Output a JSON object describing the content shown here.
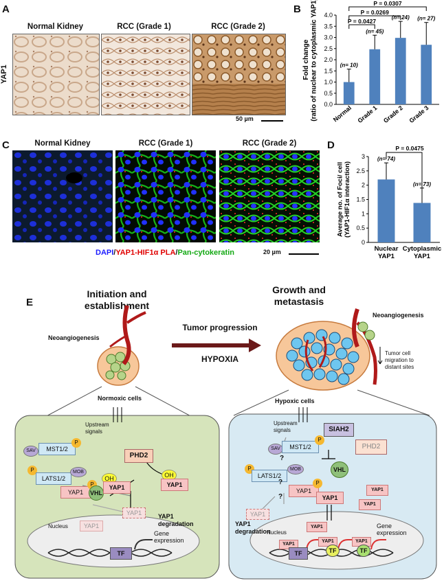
{
  "panelA": {
    "letter": "A",
    "row_label": "YAP1",
    "images": [
      {
        "title": "Normal Kidney"
      },
      {
        "title": "RCC (Grade 1)"
      },
      {
        "title": "RCC (Grade 2)"
      }
    ],
    "scale_bar": "50 µm"
  },
  "panelC": {
    "letter": "C",
    "images": [
      {
        "title": "Normal Kidney"
      },
      {
        "title": "RCC (Grade 1)"
      },
      {
        "title": "RCC (Grade 2)"
      }
    ],
    "legend_dapi": "DAPI",
    "legend_sep1": "/",
    "legend_pla": "YAP1-HIF1α PLA",
    "legend_sep2": "/",
    "legend_ck": "Pan-cytokeratin",
    "scale_bar": "20 µm"
  },
  "colors": {
    "bar": "#4f81bd",
    "dapi": "#1a1aff",
    "pla": "#e00000",
    "ck": "#13a813",
    "arrow": "#6b1a1a"
  },
  "chart_data": [
    {
      "panel": "B",
      "type": "bar",
      "ylabel": "Fold change (ratio of nuclear to cytoplasmic YAP1)",
      "ylim": [
        0,
        4.0
      ],
      "yticks": [
        "0.0",
        "0.5",
        "1.0",
        "1.5",
        "2.0",
        "2.5",
        "3.0",
        "3.5",
        "4.0"
      ],
      "categories": [
        "Normal",
        "Grade 1",
        "Grade 2",
        "Grade 3"
      ],
      "values": [
        1.0,
        2.47,
        2.98,
        2.67
      ],
      "error_upper": [
        0.58,
        0.63,
        0.74,
        1.0
      ],
      "n_labels": [
        "(n= 10)",
        "(n= 45)",
        "(n= 24)",
        "(n= 27)"
      ],
      "pvalues": [
        "P = 0.0307",
        "P = 0.0269",
        "P = 0.0427"
      ]
    },
    {
      "panel": "D",
      "type": "bar",
      "ylabel": "Average no. of Foci/ cell (YAP1-HIF1α interaction)",
      "ylim": [
        0,
        3
      ],
      "yticks": [
        "0",
        "0.5",
        "1",
        "1.5",
        "2",
        "2.5",
        "3"
      ],
      "categories": [
        "Nuclear YAP1",
        "Cytoplasmic YAP1"
      ],
      "values": [
        2.2,
        1.38
      ],
      "error_upper": [
        0.58,
        0.52
      ],
      "n_labels": [
        "(n= 74)",
        "(n= 73)"
      ],
      "pvalues": [
        "P = 0.0475"
      ]
    }
  ],
  "panelE": {
    "letter": "E",
    "left_title_1": "Initiation and",
    "left_title_2": "establishment",
    "right_title_1": "Growth and",
    "right_title_2": "metastasis",
    "neo_left": "Neoangiogenesis",
    "neo_right": "Neoangiogenesis",
    "tumor_progression": "Tumor progression",
    "hypoxia": "HYPOXIA",
    "migration_1": "Tumor cell",
    "migration_2": "migration to",
    "migration_3": "distant sites",
    "normoxic": "Normoxic cells",
    "hypoxic": "Hypoxic cells",
    "left_box": {
      "upstream_1": "Upstream",
      "upstream_2": "signals",
      "sav": "SAV",
      "mst": "MST1/2",
      "lats": "LATS1/2",
      "mob": "MOB",
      "phd2": "PHD2",
      "oh": "OH",
      "vhl": "VHL",
      "yap1": "YAP1",
      "p": "P",
      "degradation_1": "YAP1",
      "degradation_2": "degradation",
      "nucleus": "Nucleus",
      "tf": "TF",
      "gene_1": "Gene",
      "gene_2": "expression"
    },
    "right_box": {
      "upstream_1": "Upstream",
      "upstream_2": "signals",
      "sav": "SAV",
      "mst": "MST1/2",
      "lats": "LATS1/2",
      "mob": "MOB",
      "siah2": "SIAH2",
      "phd2": "PHD2",
      "vhl": "VHL",
      "yap1": "YAP1",
      "p": "P",
      "q": "?",
      "degradation_1": "YAP1",
      "degradation_2": "degradation",
      "nucleus": "Nucleus",
      "tf": "TF",
      "gene_1": "Gene",
      "gene_2": "expression"
    }
  }
}
